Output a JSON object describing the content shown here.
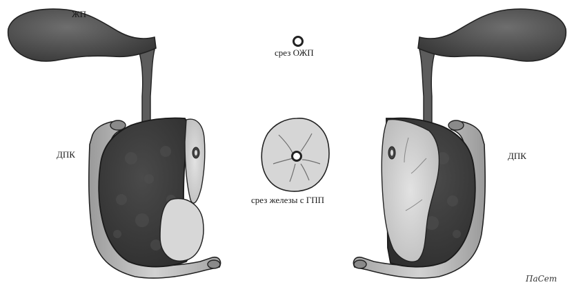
{
  "labels": {
    "gallbladder": "ЖП",
    "duodenum_left": "ДПК",
    "duodenum_right": "ДПК",
    "cbd_section": "срез ОЖП",
    "gland_section": "срез железы с ГПП"
  },
  "signature": "ПаСет",
  "colors": {
    "organ_dark": "#3f3f3f",
    "organ_mid": "#5a5a5a",
    "organ_light": "#cfcfcf",
    "duodenum": "#bdbdbd",
    "outline": "#202020",
    "background": "#ffffff"
  }
}
